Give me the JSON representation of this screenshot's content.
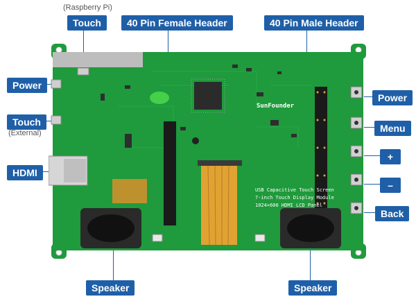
{
  "callouts": {
    "touch_rpi_note": "(Raspberry Pi)",
    "touch": "Touch",
    "female_header": "40 Pin Female Header",
    "male_header": "40 Pin Male Header",
    "power_left": "Power",
    "touch_external": "Touch",
    "external_note": "(External)",
    "hdmi": "HDMI",
    "power_right": "Power",
    "menu": "Menu",
    "plus": "+",
    "minus": "–",
    "back": "Back",
    "speaker_left": "Speaker",
    "speaker_right": "Speaker"
  },
  "board": {
    "brand": "SunFounder",
    "line1": "USB Capacitive Touch Screen",
    "line2": "7-inch Touch Display Module",
    "line3": "1024×600 HDMI LCD Panel",
    "pcb_green": "#1f9a3c",
    "accent": "#1f5fa8"
  }
}
